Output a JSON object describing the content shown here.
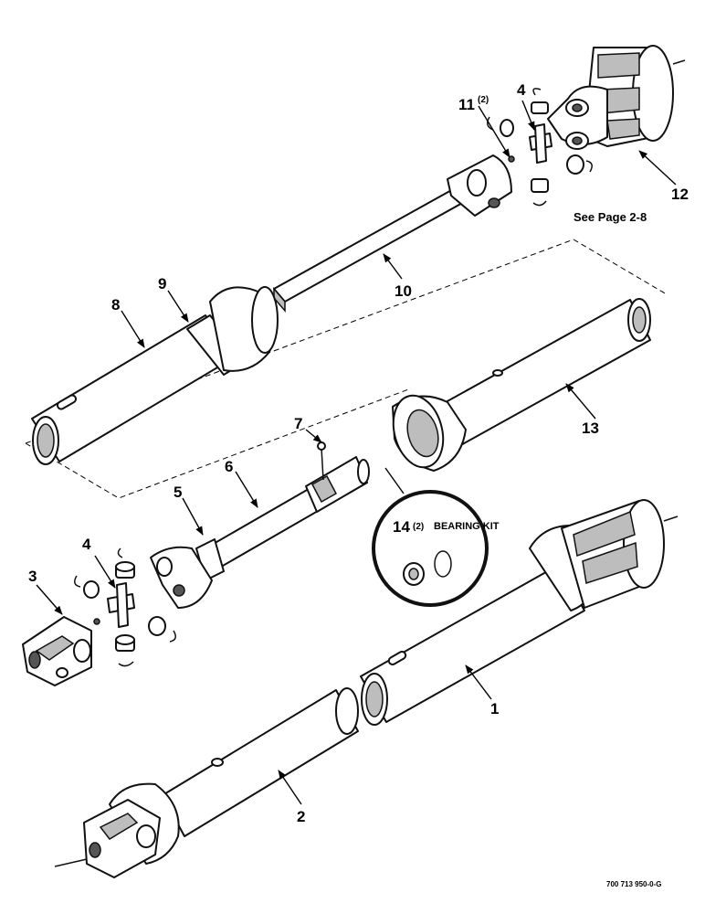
{
  "callouts": {
    "c1": "1",
    "c2": "2",
    "c3": "3",
    "c4_top": "4",
    "c4_bottom": "4",
    "c5": "5",
    "c6": "6",
    "c7": "7",
    "c8": "8",
    "c9": "9",
    "c10": "10",
    "c11": "11",
    "c11_qty": "(2)",
    "c12": "12",
    "c13": "13",
    "c14": "14",
    "c14_qty": "(2)",
    "c14_label": "BEARING KIT"
  },
  "notes": {
    "see_page": "See Page 2-8"
  },
  "figure_ref": "700 713 950-0-G"
}
